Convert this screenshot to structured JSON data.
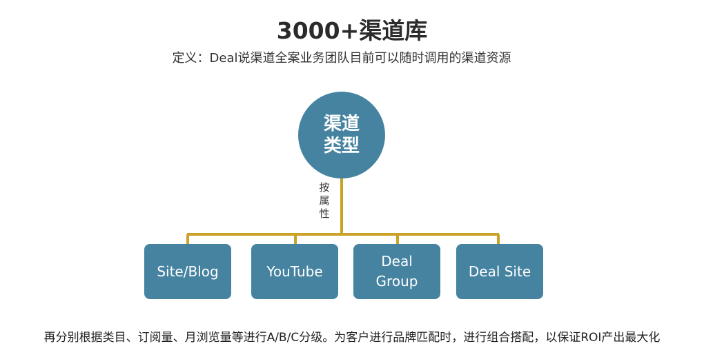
{
  "title": "3000+渠道库",
  "subtitle": "定义：Deal说渠道全案业务团队目前可以随时调用的渠道资源",
  "root_node": {
    "label": "渠道类型"
  },
  "branch_label": "按属性",
  "children": [
    {
      "label": "Site/Blog"
    },
    {
      "label": "YouTube"
    },
    {
      "label": "Deal Group"
    },
    {
      "label": "Deal Site"
    }
  ],
  "footer": "再分别根据类目、订阅量、月浏览量等进行A/B/C分级。为客户进行品牌匹配时，进行组合搭配，以保证ROI产出最大化",
  "colors": {
    "node_fill": "#4683a1",
    "connector": "#c9a227",
    "node_text": "#ffffff"
  }
}
